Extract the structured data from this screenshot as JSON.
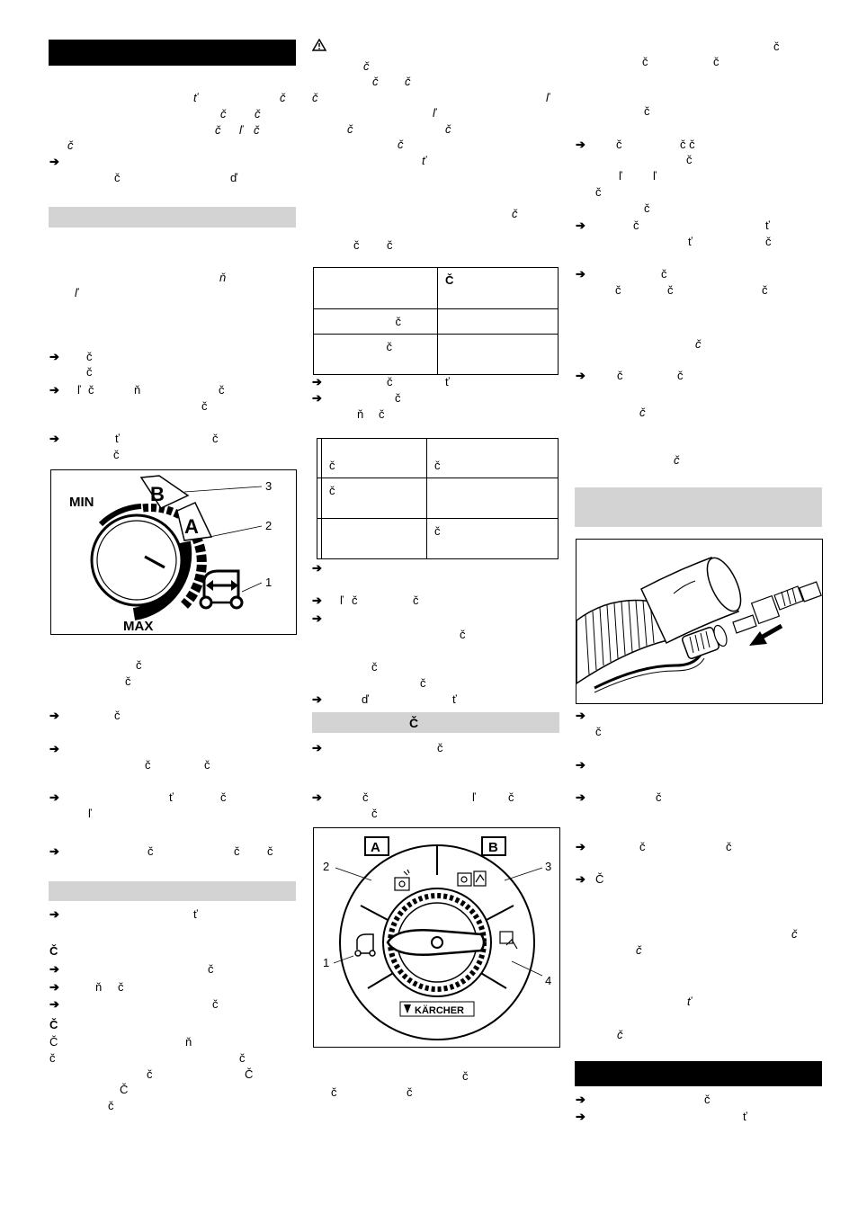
{
  "col1": {
    "p1": {
      "l1a": "ť",
      "l1b": "č",
      "l2a": "č",
      "l2b": "č",
      "l3a": "č",
      "l3b": "ľ",
      "l3c": "č",
      "l4": "č"
    },
    "s1": {
      "a": "č",
      "b": "ď"
    },
    "p2": {
      "a": "ň",
      "b": "ľ"
    },
    "s2": {
      "a": "č",
      "b": "č"
    },
    "s3": {
      "a": "ľ",
      "b": "č",
      "c": "ň",
      "d": "č",
      "e": "č"
    },
    "s4": {
      "a": "ť",
      "b": "č",
      "c": "č"
    },
    "fig1": {
      "min": "MIN",
      "max": "MAX",
      "a": "A",
      "b": "B",
      "n1": "1",
      "n2": "2",
      "n3": "3"
    },
    "p3": {
      "a": "č",
      "b": "č"
    },
    "s5": {
      "a": "č"
    },
    "s6": {
      "a": "č",
      "b": "č"
    },
    "s7": {
      "a": "ť",
      "b": "č",
      "c": "ľ"
    },
    "s8": {
      "a": "č",
      "b": "č",
      "c": "č"
    },
    "s9": {
      "a": "ť"
    },
    "h1": "Č",
    "s10": {
      "a": "č"
    },
    "s11": {
      "a": "ň",
      "b": "č"
    },
    "s12": {
      "a": "č"
    },
    "h2": "Č",
    "p4": {
      "l1a": "Č",
      "l1b": "ň",
      "l2a": "č",
      "l2b": "č",
      "l3a": "č",
      "l3b": "Č",
      "l3c": "č",
      "l4a": "Č",
      "l4b": "č"
    }
  },
  "col2": {
    "warn": {
      "l1": "č",
      "l2a": "č",
      "l2b": "č",
      "l3a": "č",
      "l3b": "ľ",
      "l4": "ľ",
      "l5a": "č",
      "l5b": "č",
      "l6": "č",
      "l7": "ť"
    },
    "p1": {
      "a": "č",
      "b": "č",
      "c": "č"
    },
    "table1": {
      "r1c2": "Č",
      "r2c1": "č",
      "r3c1": "č"
    },
    "s1": {
      "a": "č",
      "b": "ť"
    },
    "s2": {
      "a": "č",
      "b": "ň",
      "c": "č"
    },
    "table2": {
      "r1c2": "č",
      "r1c3": "č",
      "r2c2": "č",
      "r3c3": "č"
    },
    "s4": {
      "a": "ľ",
      "b": "č",
      "c": "č"
    },
    "s5": {
      "a": "č"
    },
    "p2": {
      "a": "č",
      "b": "č"
    },
    "s6": {
      "a": "ď",
      "b": "ť"
    },
    "band": "Č",
    "s7": {
      "a": "č"
    },
    "s8": {
      "a": "č",
      "b": "ľ",
      "c": "č",
      "d": "č"
    },
    "fig2": {
      "a": "A",
      "b": "B",
      "n1": "1",
      "n2": "2",
      "n3": "3",
      "n4": "4",
      "brand": "KÄRCHER"
    },
    "p3": {
      "a": "č",
      "b": "č",
      "c": "č"
    }
  },
  "col3": {
    "p1": {
      "a": "č",
      "b": "č",
      "c": "č",
      "d": "č"
    },
    "s1": {
      "a": "č",
      "b": "č č",
      "c": "č",
      "d": "ľ",
      "e": "ľ",
      "f": "č",
      "g": "č"
    },
    "s2": {
      "a": "č",
      "b": "ť",
      "c": "ť",
      "d": "č"
    },
    "s3": {
      "a": "č",
      "b": "č",
      "c": "č",
      "d": "č"
    },
    "p2": {
      "a": "č"
    },
    "s4": {
      "a": "č",
      "b": "č"
    },
    "p3": {
      "a": "č",
      "b": "č"
    },
    "s5": {
      "a": "č"
    },
    "s7": {
      "a": "č"
    },
    "s8": {
      "a": "č",
      "b": "č"
    },
    "s9": {
      "a": "Č"
    },
    "p4": {
      "a": "č",
      "b": "č",
      "c": "ť",
      "d": "č"
    },
    "s10": {
      "a": "č"
    },
    "s11": {
      "a": "ť"
    }
  }
}
